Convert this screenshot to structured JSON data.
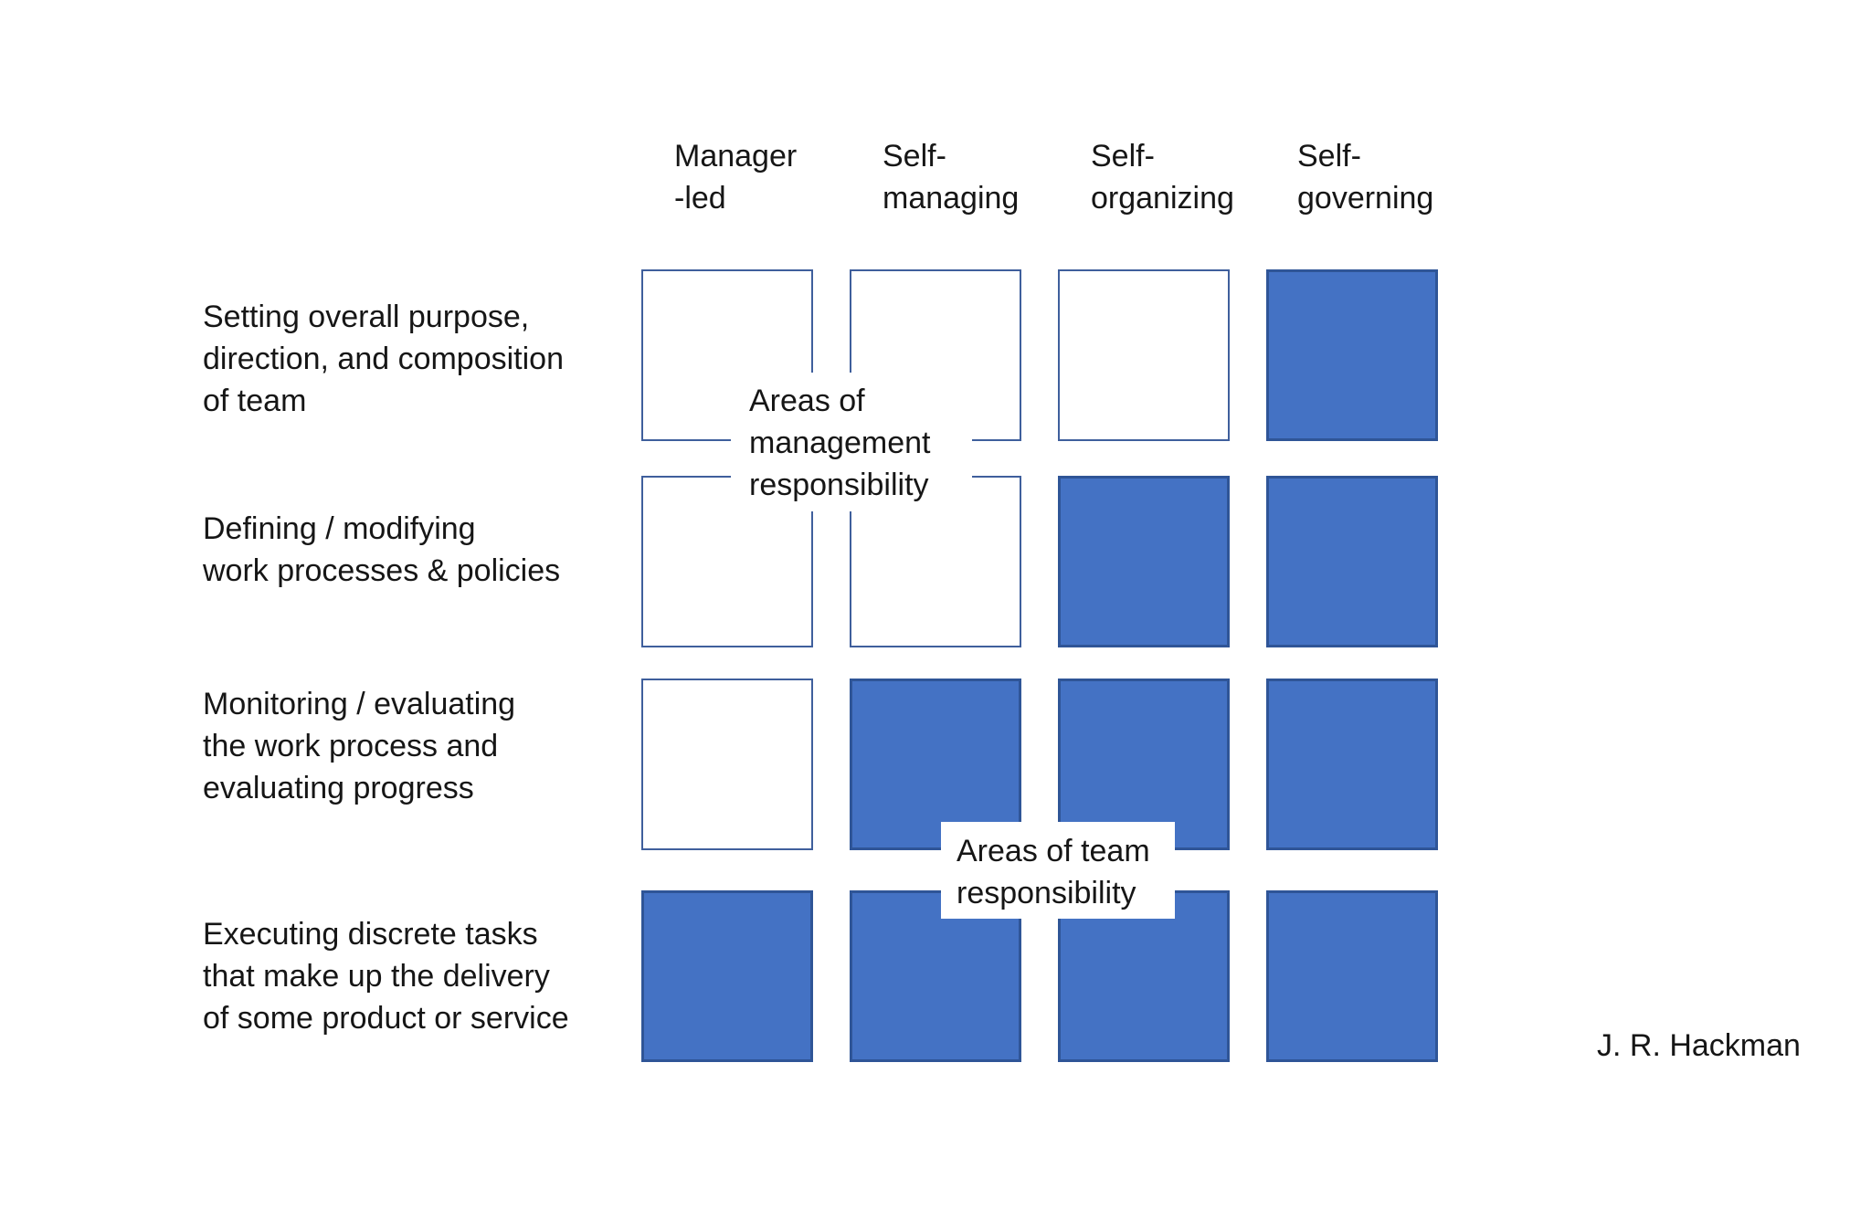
{
  "colors": {
    "background": "#ffffff",
    "square_fill": "#4472c4",
    "square_border_filled": "#2f5597",
    "square_border_empty": "#3f5f9c",
    "text": "#161616",
    "overlay_background": "#ffffff"
  },
  "column_headers": [
    {
      "label": "Manager\n-led"
    },
    {
      "label": "Self-\nmanaging"
    },
    {
      "label": "Self-\norganizing"
    },
    {
      "label": "Self-\ngoverning"
    }
  ],
  "matrix": {
    "rows": [
      {
        "label": "Setting overall purpose,\ndirection, and composition\nof team",
        "cells": [
          false,
          false,
          false,
          true
        ]
      },
      {
        "label": "Defining / modifying\nwork processes & policies",
        "cells": [
          false,
          false,
          true,
          true
        ]
      },
      {
        "label": "Monitoring / evaluating\nthe work process and\nevaluating progress",
        "cells": [
          false,
          true,
          true,
          true
        ]
      },
      {
        "label": "Executing discrete tasks\nthat make up the delivery\nof some product or service",
        "cells": [
          true,
          true,
          true,
          true
        ]
      }
    ]
  },
  "overlay_labels": {
    "management": "Areas of\nmanagement\nresponsibility",
    "team": "Areas of team\nresponsibility"
  },
  "attribution": "J. R. Hackman"
}
